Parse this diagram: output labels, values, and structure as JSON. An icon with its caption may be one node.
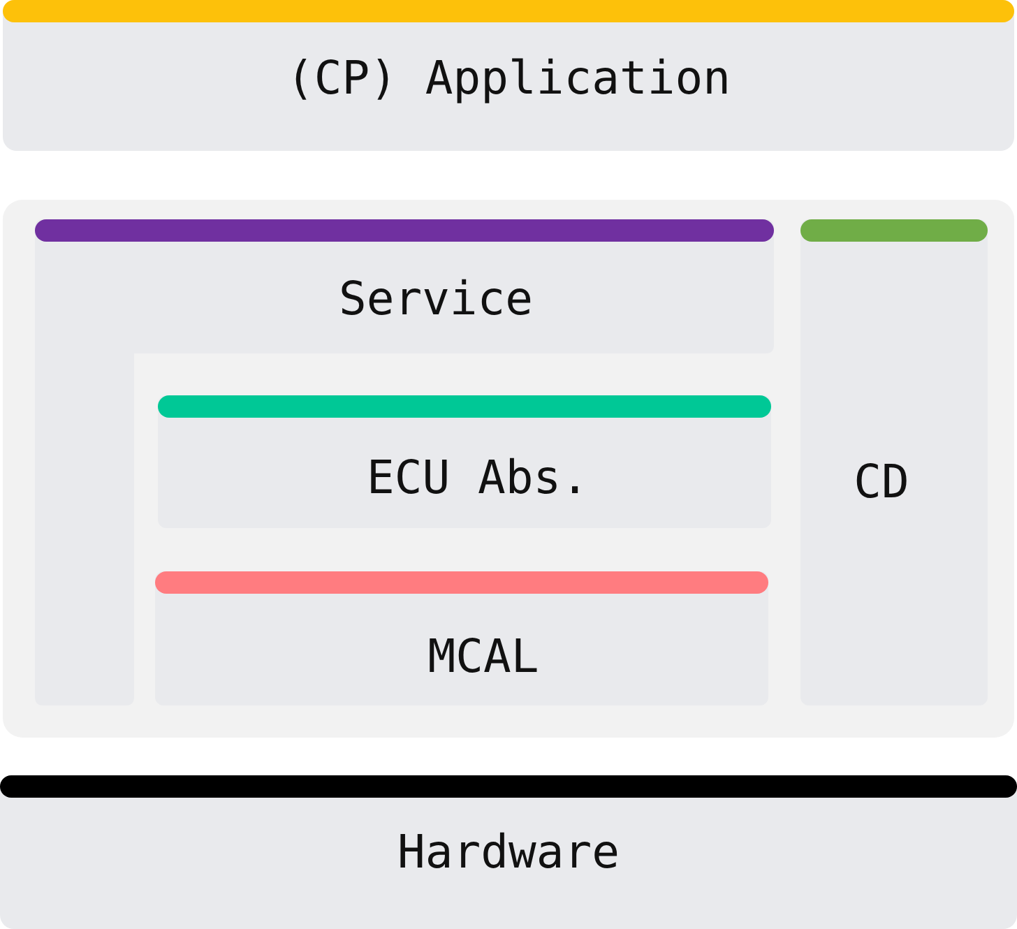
{
  "diagram": {
    "nodes": [
      {
        "text": [
          "(CP) Application"
        ]
      },
      {
        "text": [],
        "shape": "box"
      },
      {
        "text": [
          "Service"
        ],
        "in": 1
      },
      {
        "text": [
          "ECU Abs."
        ],
        "in": 1
      },
      {
        "text": [
          "MCAL"
        ],
        "in": 1
      },
      {
        "text": [
          "CD"
        ],
        "in": 1
      },
      {
        "text": [
          "Hardware"
        ]
      }
    ]
  }
}
